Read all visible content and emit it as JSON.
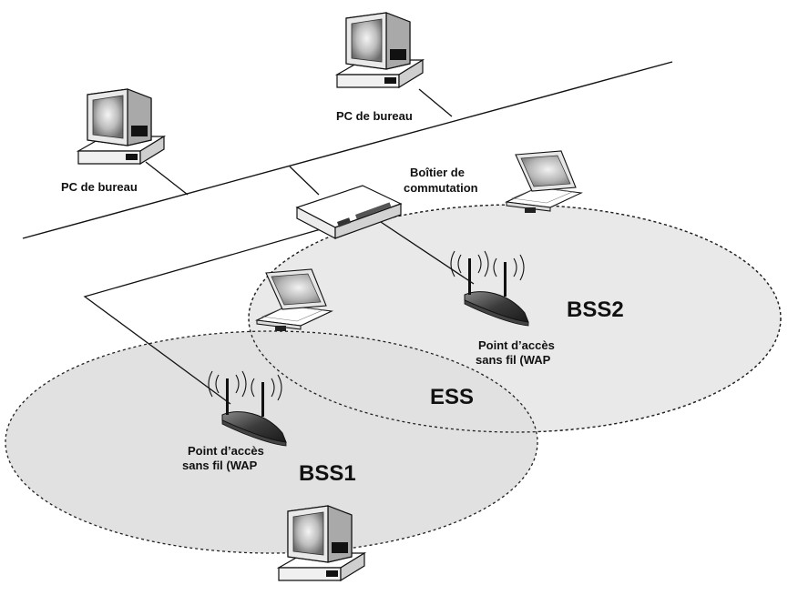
{
  "labels": {
    "pc_top": "PC de bureau",
    "pc_left": "PC de bureau",
    "switch_line1": "Boîtier de",
    "switch_line2": "commutation",
    "wap1_line1": "Point d’accès",
    "wap1_line2": "sans fil (WAP",
    "wap2_line1": "Point d’accès",
    "wap2_line2": "sans fil (WAP",
    "bss1": "BSS1",
    "bss2": "BSS2",
    "ess": "ESS"
  }
}
